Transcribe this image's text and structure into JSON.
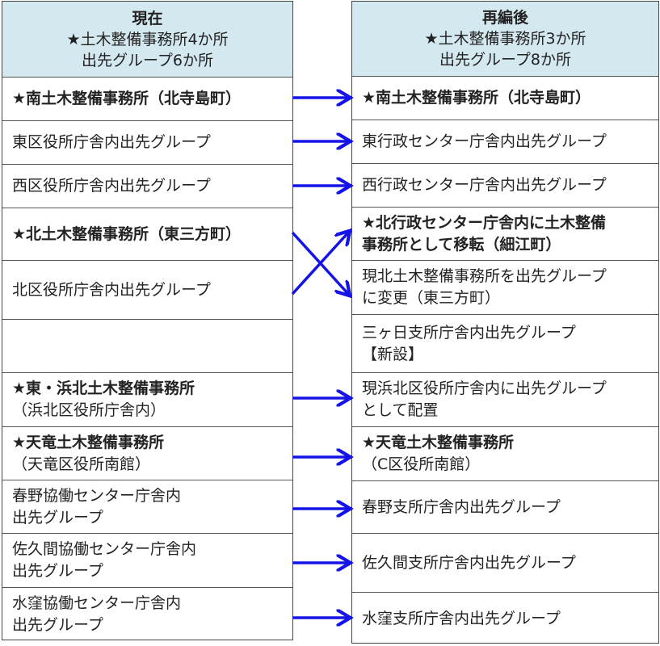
{
  "before": {
    "header": {
      "title": "現在",
      "line1": "★土木整備事務所4か所",
      "line2": "出先グループ6か所"
    },
    "rows": [
      {
        "line1": "★南土木整備事務所（北寺島町）",
        "line2": ""
      },
      {
        "line1": "東区役所庁舎内出先グループ",
        "line2": ""
      },
      {
        "line1": "西区役所庁舎内出先グループ",
        "line2": ""
      },
      {
        "line1": "★北土木整備事務所（東三方町）",
        "line2": ""
      },
      {
        "line1": "北区役所庁舎内出先グループ",
        "line2": ""
      },
      {
        "line1": "",
        "line2": ""
      },
      {
        "line1": "★東・浜北土木整備事務所",
        "line2": "（浜北区役所庁舎内）"
      },
      {
        "line1": "★天竜土木整備事務所",
        "line2": "（天竜区役所南館）"
      },
      {
        "line1": "春野協働センター庁舎内",
        "line2": "出先グループ"
      },
      {
        "line1": "佐久間協働センター庁舎内",
        "line2": "出先グループ"
      },
      {
        "line1": "水窪協働センター庁舎内",
        "line2": "出先グループ"
      }
    ]
  },
  "after": {
    "header": {
      "title": "再編後",
      "line1": "★土木整備事務所3か所",
      "line2": "出先グループ8か所"
    },
    "rows": [
      {
        "line1": "★南土木整備事務所（北寺島町）",
        "line2": ""
      },
      {
        "line1": "東行政センター庁舎内出先グループ",
        "line2": ""
      },
      {
        "line1": "西行政センター庁舎内出先グループ",
        "line2": ""
      },
      {
        "line1": "★北行政センター庁舎内に土木整備",
        "line2": "事務所として移転（細江町）"
      },
      {
        "line1": "現北土木整備事務所を出先グループ",
        "line2": "に変更（東三方町）"
      },
      {
        "line1": "三ヶ日支所庁舎内出先グループ",
        "line2": "【新設】"
      },
      {
        "line1": "現浜北区役所庁舎内に出先グループ",
        "line2": "として配置"
      },
      {
        "line1": "★天竜土木整備事務所",
        "line2": "（C区役所南館）"
      },
      {
        "line1": "春野支所庁舎内出先グループ",
        "line2": ""
      },
      {
        "line1": "佐久間支所庁舎内出先グループ",
        "line2": ""
      },
      {
        "line1": "水窪支所庁舎内出先グループ",
        "line2": ""
      }
    ]
  },
  "colors": {
    "header_bg": "#d4e8f0",
    "arrow": "#1414e6"
  }
}
